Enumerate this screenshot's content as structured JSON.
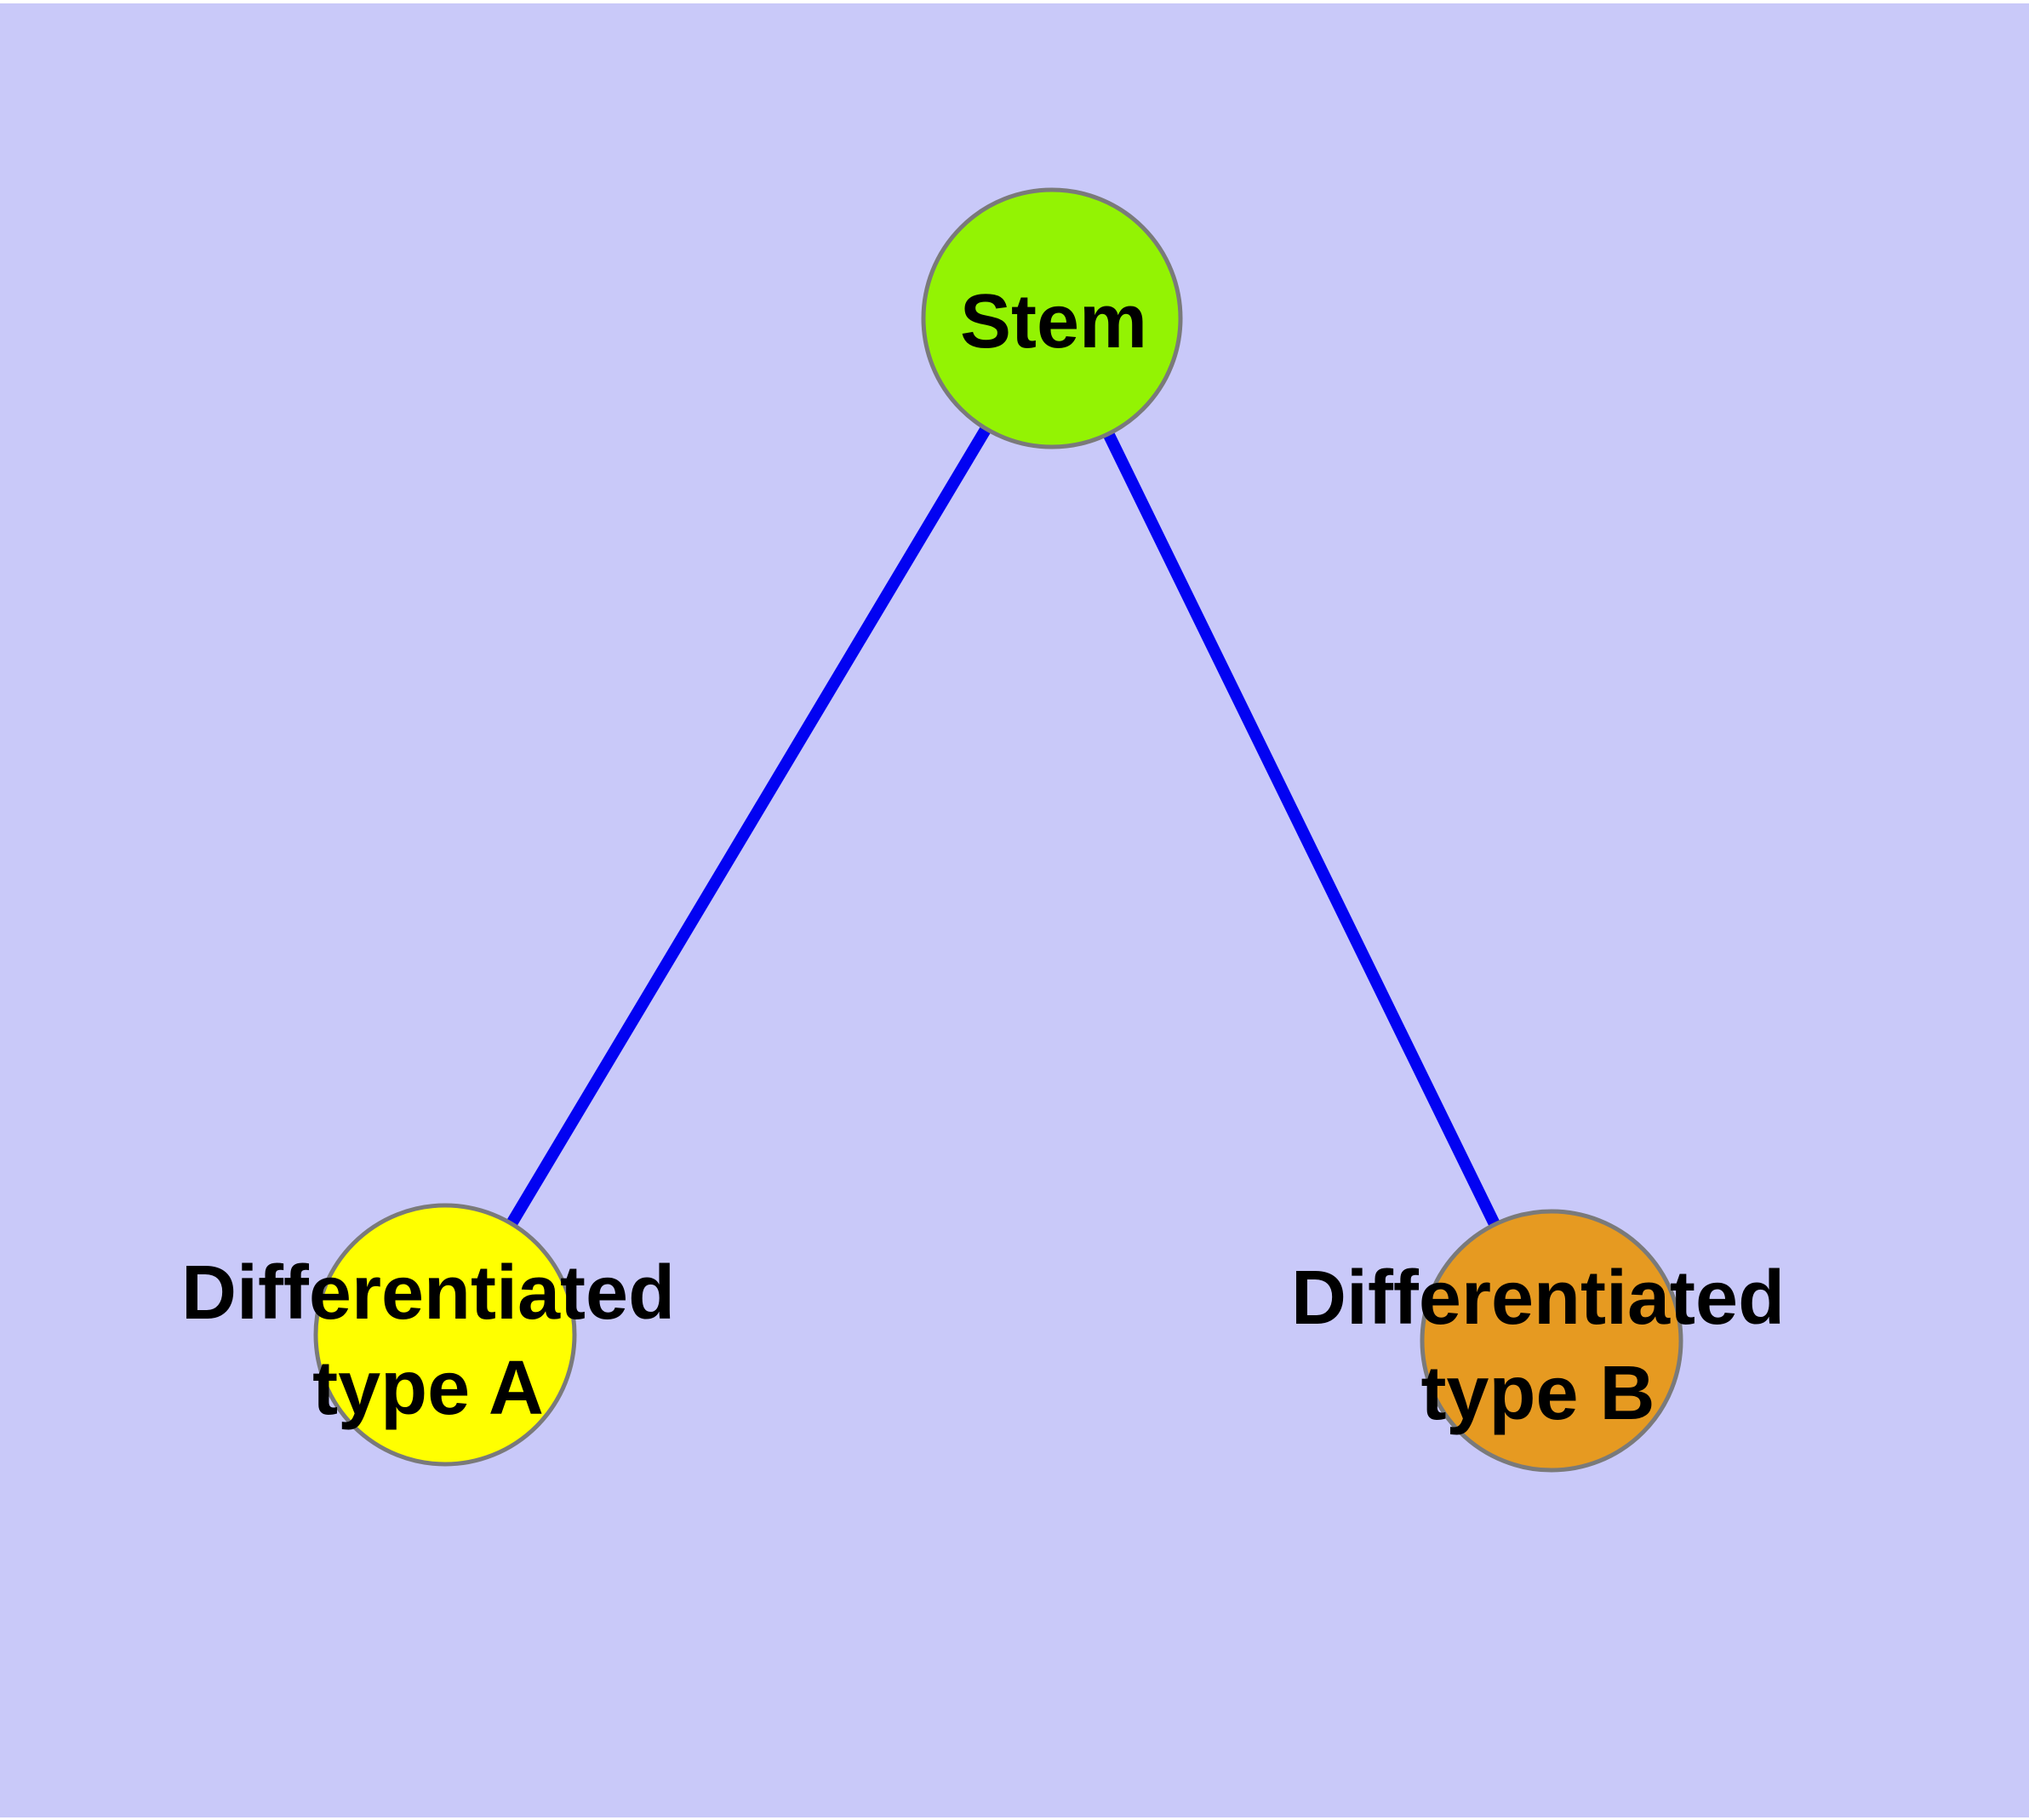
{
  "diagram": {
    "type": "graph",
    "background_color": "#C9C9F9",
    "margin_color": "#FFFFFF",
    "label_color": "#000000",
    "node_border_color": "#7A7A7A",
    "edge_color": "#0202F2",
    "nodes": [
      {
        "id": "stem",
        "label": "Stem",
        "lines": [
          "Stem"
        ],
        "fill_color": "#93F303"
      },
      {
        "id": "differentiated-type-a",
        "label": "Differentiated type A",
        "lines": [
          "Differentiated",
          "type A"
        ],
        "fill_color": "#FFFF00"
      },
      {
        "id": "differentiated-type-b",
        "label": "Differentiated type B",
        "lines": [
          "Differentiated",
          "type B"
        ],
        "fill_color": "#E69A21"
      }
    ],
    "edges": [
      {
        "from": "Stem",
        "to": "Differentiated type A"
      },
      {
        "from": "Stem",
        "to": "Differentiated type B"
      }
    ]
  }
}
